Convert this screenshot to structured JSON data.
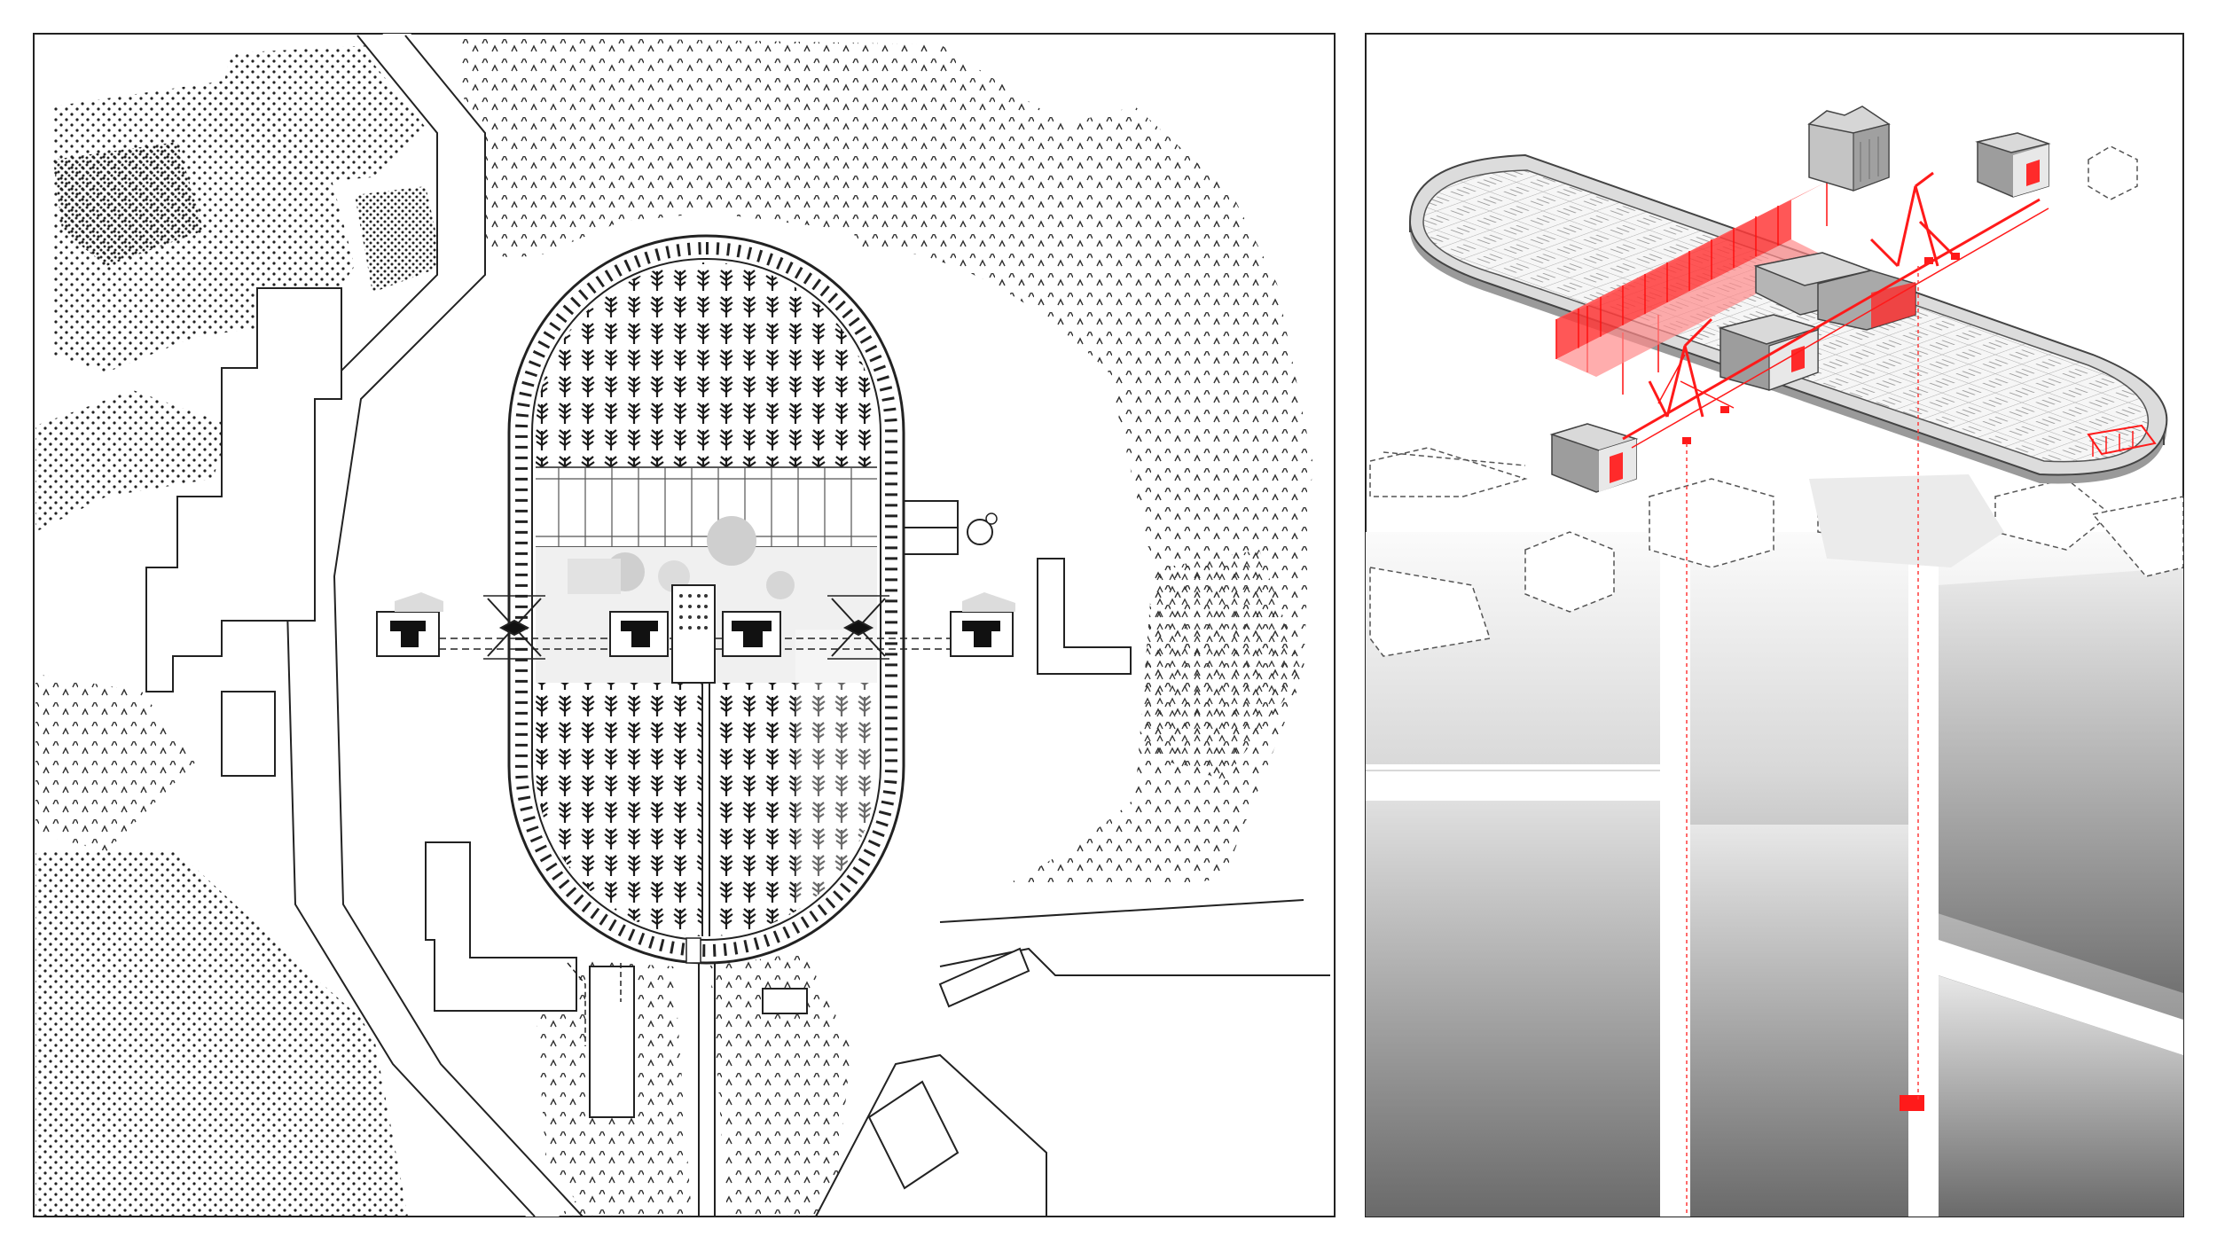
{
  "panels": [
    {
      "id": "site-plan",
      "view": "plan"
    },
    {
      "id": "axonometric",
      "view": "axonometric"
    }
  ],
  "colors": {
    "background": "#ffffff",
    "ink": "#1a1a1a",
    "accent": "#ff2a2a",
    "accent_light": "#ff8080",
    "ground_dark": "#6a6a6a",
    "ground_light": "#f4f4f4",
    "roof": "#c8c8c8"
  },
  "icons": [
    "tree-icon",
    "crane-icon",
    "house-icon"
  ]
}
